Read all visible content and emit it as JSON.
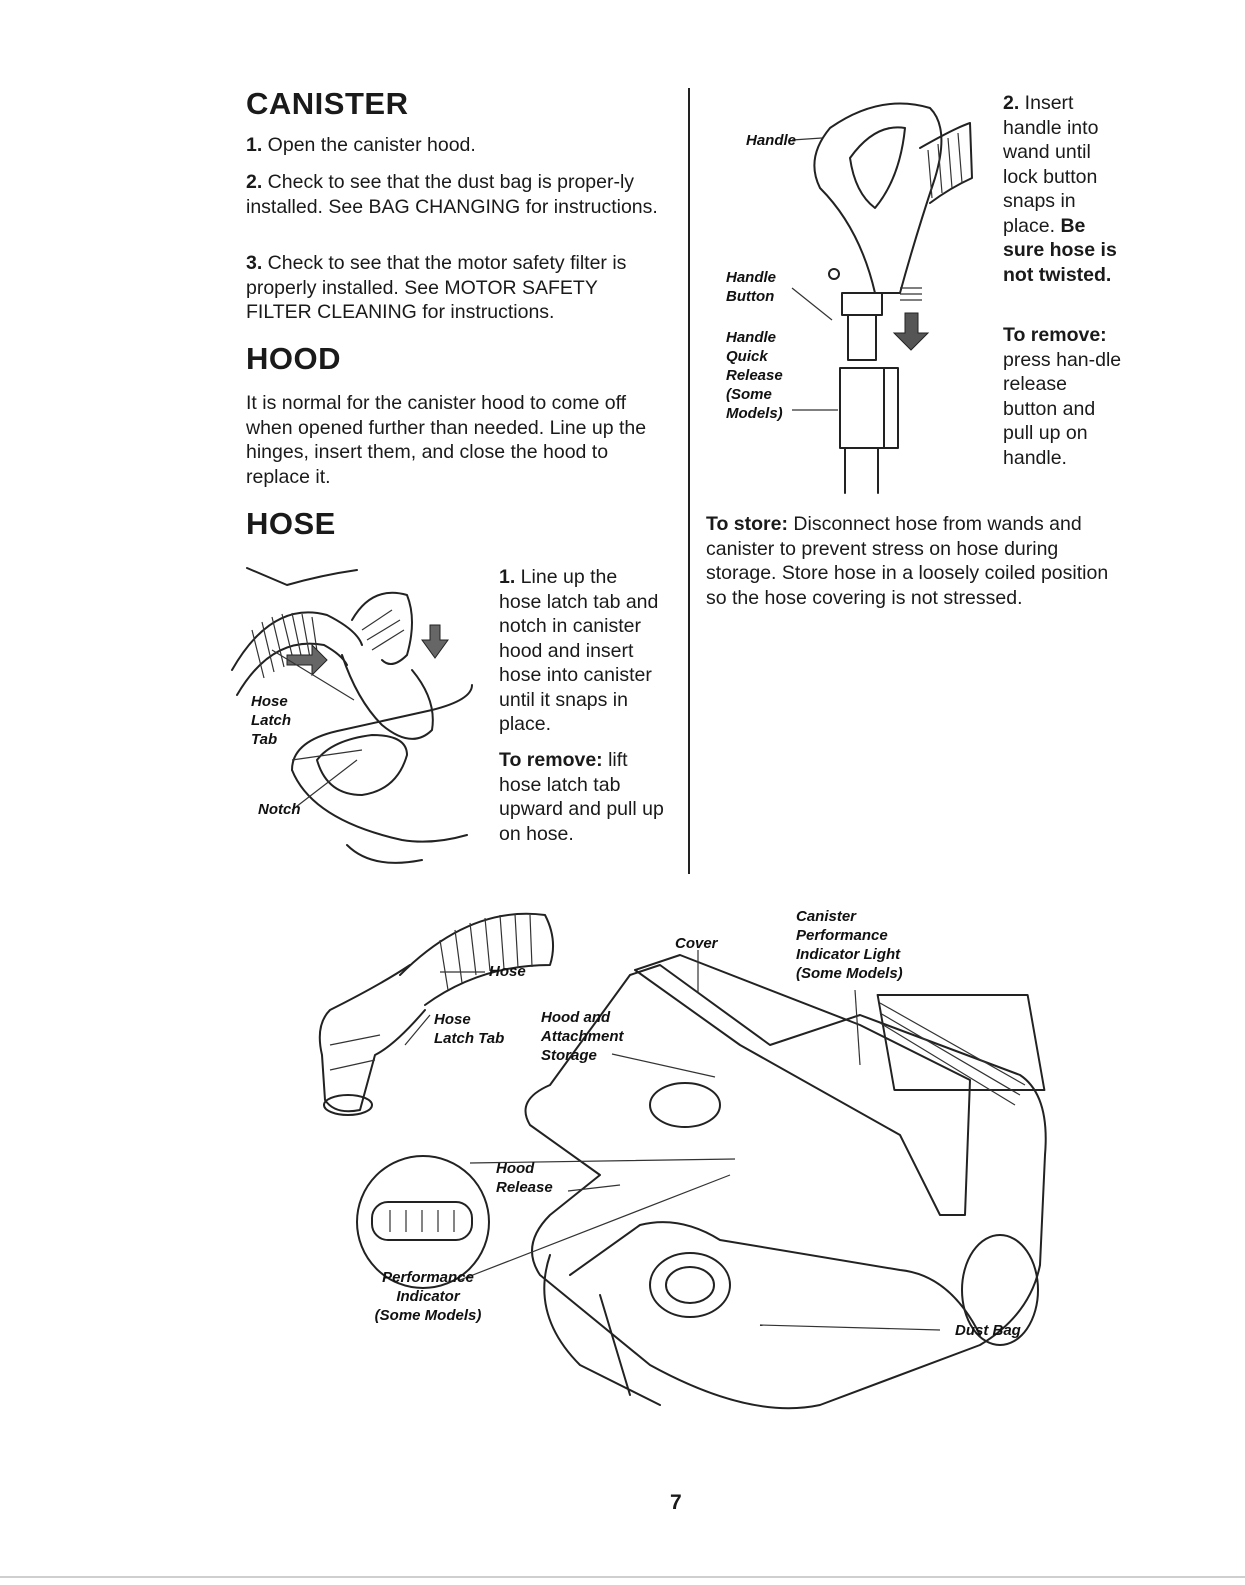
{
  "canister": {
    "title": "CANISTER",
    "steps": [
      {
        "num": "1.",
        "text": " Open the canister hood."
      },
      {
        "num": "2.",
        "text": " Check to see that the dust bag is proper-ly installed. See BAG CHANGING for instructions."
      },
      {
        "num": "3.",
        "text": " Check to see that the motor safety filter is properly installed. See MOTOR SAFETY FILTER CLEANING for instructions."
      }
    ]
  },
  "hood": {
    "title": "HOOD",
    "text": "It is normal for the canister hood to come off when opened further than needed. Line up the hinges, insert them, and close the hood to replace it."
  },
  "hose": {
    "title": "HOSE",
    "step1_num": "1.",
    "step1_text": " Line up the hose latch tab and notch in canister hood and insert hose into canister until it snaps in place.",
    "remove_label": "To remove:",
    "remove_text": " lift hose latch tab upward and pull up on hose.",
    "labels": {
      "latch_tab": "Hose Latch Tab",
      "notch": "Notch"
    }
  },
  "handle": {
    "step2_num": "2.",
    "step2_text": " Insert handle into wand until lock button snaps in place.",
    "step2_bold": " Be sure hose is not twisted.",
    "remove_label": "To remove:",
    "remove_text": " press han-dle release button and pull up on handle.",
    "labels": {
      "handle": "Handle",
      "button_1": "Handle",
      "button_2": "Button",
      "quick_1": "Handle",
      "quick_2": "Quick",
      "quick_3": "Release",
      "quick_4": "(Some",
      "quick_5": "Models)"
    }
  },
  "store": {
    "label": "To store:",
    "text": " Disconnect hose from wands and canister to prevent stress on hose during storage. Store hose in a loosely coiled position so the hose covering is not stressed."
  },
  "diagram": {
    "labels": {
      "hose": "Hose",
      "latch_1": "Hose",
      "latch_2": "Latch Tab",
      "storage_1": "Hood and",
      "storage_2": "Attachment",
      "storage_3": "Storage",
      "cover": "Cover",
      "cpil_1": "Canister",
      "cpil_2": "Performance",
      "cpil_3": "Indicator Light",
      "cpil_4": "(Some Models)",
      "release_1": "Hood",
      "release_2": "Release",
      "pi_1": "Performance",
      "pi_2": "Indicator",
      "pi_3": "(Some Models)",
      "dust_bag": "Dust Bag"
    }
  },
  "page_number": "7"
}
